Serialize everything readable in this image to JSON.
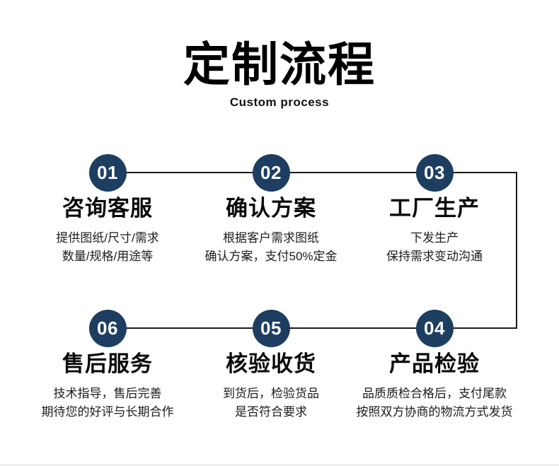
{
  "page": {
    "title": "定制流程",
    "subtitle": "Custom process"
  },
  "colors": {
    "circle": "#1d3e61",
    "connector_line": "#191919",
    "title_text": "#000000",
    "body_text": "#1c1c1c",
    "background": "#ffffff"
  },
  "layout_hint": "snake flow: top row 01-02-03 left to right, connector wraps down on right, bottom row 04-05-06 right to left",
  "steps": [
    {
      "number": "01",
      "title": "咨询客服",
      "desc_line1": "提供图纸/尺寸/需求",
      "desc_line2": "数量/规格/用途等"
    },
    {
      "number": "02",
      "title": "确认方案",
      "desc_line1": "根据客户需求图纸",
      "desc_line2": "确认方案，支付50%定金"
    },
    {
      "number": "03",
      "title": "工厂生产",
      "desc_line1": "下发生产",
      "desc_line2": "保持需求变动沟通"
    },
    {
      "number": "04",
      "title": "产品检验",
      "desc_line1": "品质质检合格后，支付尾款",
      "desc_line2": "按照双方协商的物流方式发货"
    },
    {
      "number": "05",
      "title": "核验收货",
      "desc_line1": "到货后，检验货品",
      "desc_line2": "是否符合要求"
    },
    {
      "number": "06",
      "title": "售后服务",
      "desc_line1": "技术指导，售后完善",
      "desc_line2": "期待您的好评与长期合作"
    }
  ]
}
